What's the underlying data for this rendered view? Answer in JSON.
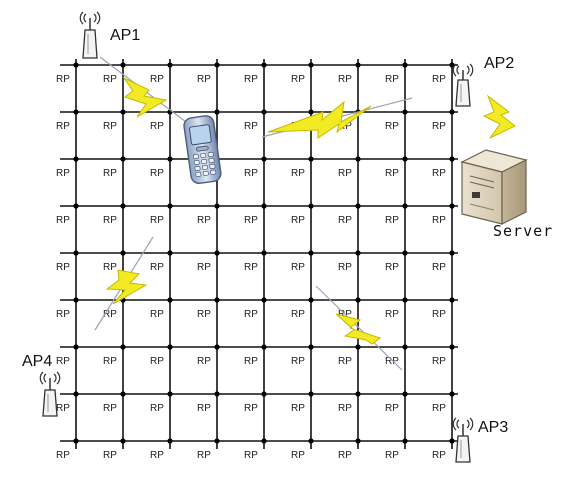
{
  "diagram": {
    "grid": {
      "rows": 9,
      "cols": 9,
      "cell_label": "RP"
    },
    "access_points": [
      {
        "id": "ap1",
        "label": "AP1"
      },
      {
        "id": "ap2",
        "label": "AP2"
      },
      {
        "id": "ap3",
        "label": "AP3"
      },
      {
        "id": "ap4",
        "label": "AP4"
      }
    ],
    "server": {
      "label": "Server"
    },
    "colors": {
      "grid_line": "#111111",
      "node": "#000000",
      "lightning": "#f2ea22",
      "lightning_outline": "#c8b800",
      "beam": "#9aa4b4"
    },
    "icons": [
      "antenna-icon",
      "mobile-phone-icon",
      "server-icon",
      "lightning-signal-icon"
    ]
  }
}
